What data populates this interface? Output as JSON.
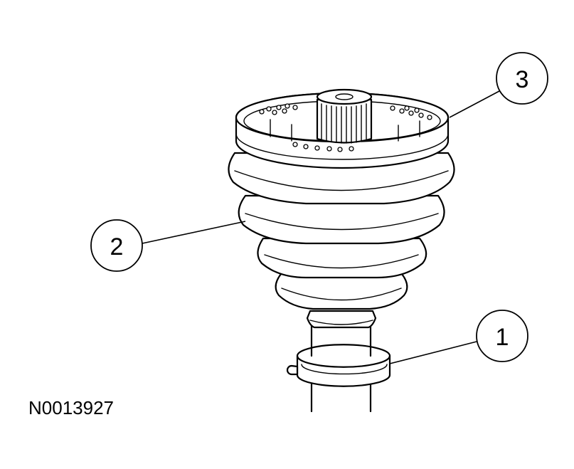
{
  "figure_id": "N0013927",
  "callouts": [
    {
      "number": "1",
      "part": "clamp"
    },
    {
      "number": "2",
      "part": "boot"
    },
    {
      "number": "3",
      "part": "joint-housing"
    }
  ],
  "colors": {
    "ink": "#000000",
    "paper": "#ffffff"
  }
}
